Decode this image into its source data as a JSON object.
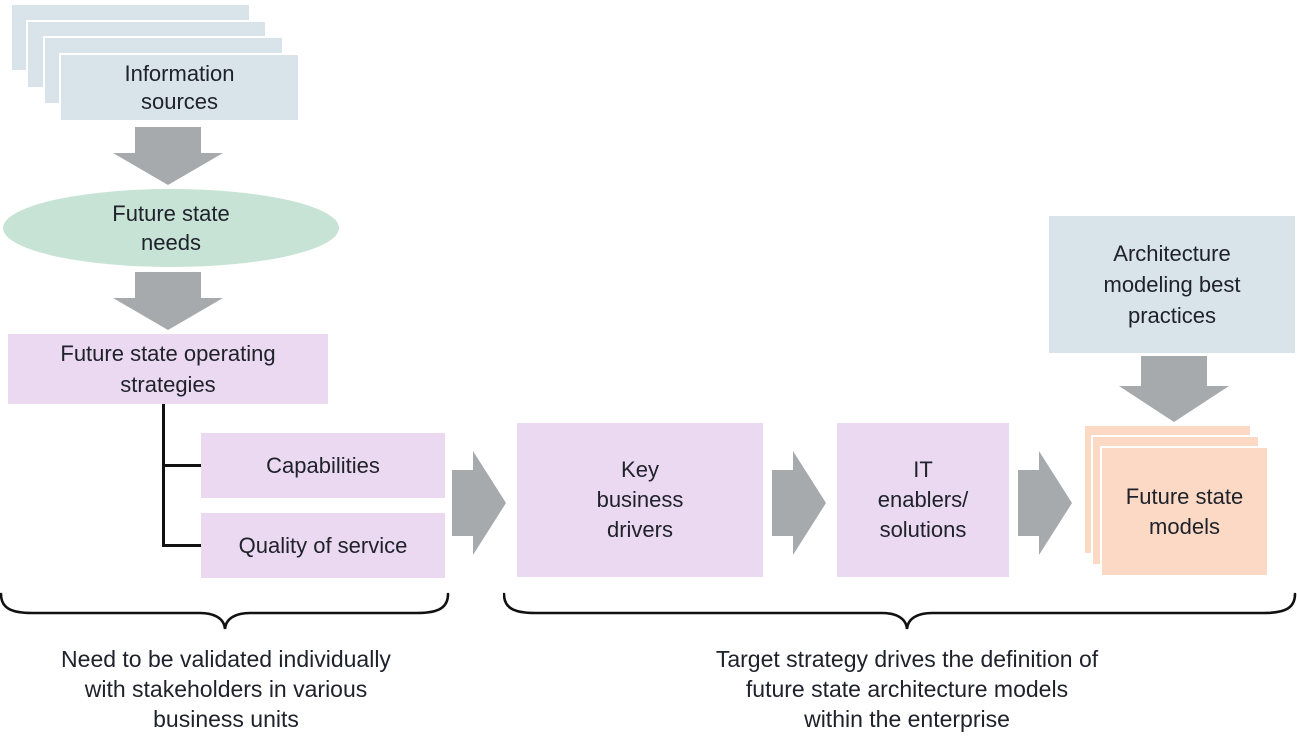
{
  "colors": {
    "box_blue": "#d8e4ea",
    "box_green": "#c7e3d6",
    "box_purple": "#ead9f0",
    "box_orange": "#fbd9c5",
    "arrow_gray": "#a7aaad",
    "ink": "#20222b",
    "line": "#111111"
  },
  "nodes": {
    "information_sources": {
      "label": "Information\nsources"
    },
    "future_state_needs": {
      "label": "Future state\nneeds"
    },
    "future_state_operating_strategies": {
      "label": "Future state operating\nstrategies"
    },
    "capabilities": {
      "label": "Capabilities"
    },
    "quality_of_service": {
      "label": "Quality of service"
    },
    "key_business_drivers": {
      "label": "Key\nbusiness\ndrivers"
    },
    "it_enablers_solutions": {
      "label": "IT\nenablers/\nsolutions"
    },
    "future_state_models": {
      "label": "Future state\nmodels"
    },
    "architecture_modeling_best_practices": {
      "label": "Architecture\nmodeling best\npractices"
    }
  },
  "captions": {
    "left": "Need to be validated individually\nwith stakeholders in various\nbusiness units",
    "right": "Target strategy drives the definition of\nfuture state architecture models\nwithin the enterprise"
  }
}
